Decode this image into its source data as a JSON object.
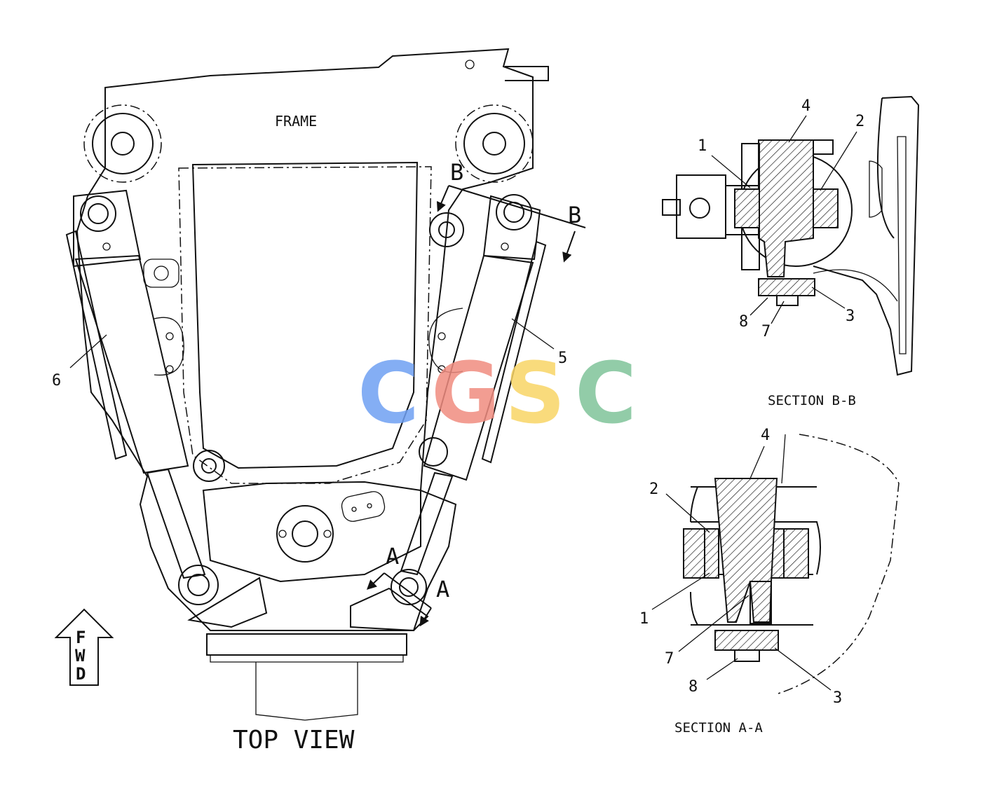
{
  "labels": {
    "frame": "FRAME",
    "top_view": "TOP VIEW",
    "section_bb": "SECTION B-B",
    "section_aa": "SECTION A-A",
    "fwd": [
      "F",
      "W",
      "D"
    ],
    "marker_a": "A",
    "marker_b": "B"
  },
  "callouts": {
    "top_view": {
      "c5": "5",
      "c6": "6"
    },
    "section_bb": {
      "c1": "1",
      "c2": "2",
      "c3": "3",
      "c4": "4",
      "c7": "7",
      "c8": "8"
    },
    "section_aa": {
      "c1": "1",
      "c2": "2",
      "c3": "3",
      "c4": "4",
      "c7": "7",
      "c8": "8"
    }
  },
  "watermark": {
    "letters": [
      "C",
      "G",
      "S",
      "C"
    ],
    "colors": [
      "#6fa0f3",
      "#f08c80",
      "#f9d566",
      "#7fc49a"
    ]
  }
}
